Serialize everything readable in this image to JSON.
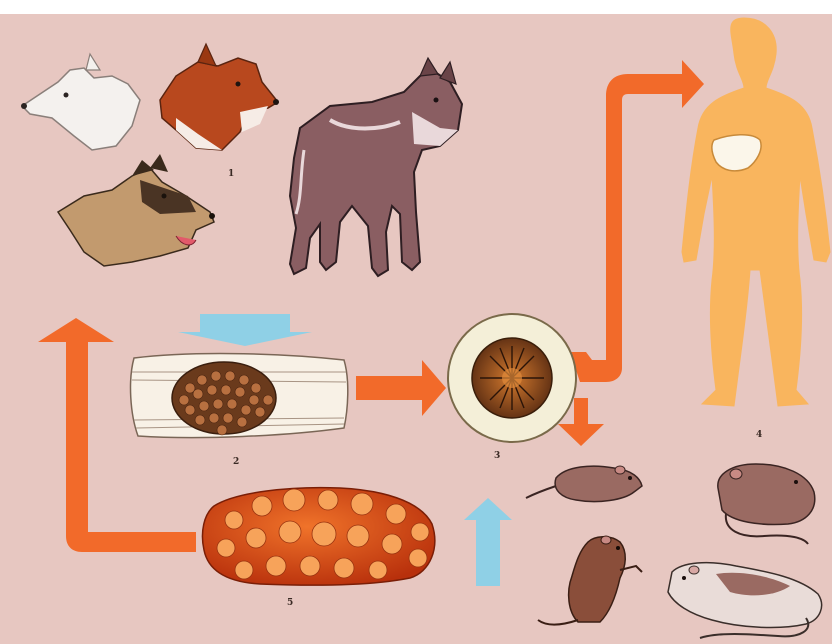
{
  "figure": {
    "background": "#e7c7c1",
    "arrow_color": "#f26a2a",
    "blue_arrow_color": "#8fd0e6",
    "human_color": "#f9b55e"
  },
  "labels": {
    "definitive_hosts": "1",
    "segment": "2",
    "egg": "3",
    "human": "4",
    "hydatid_cyst": "5"
  }
}
